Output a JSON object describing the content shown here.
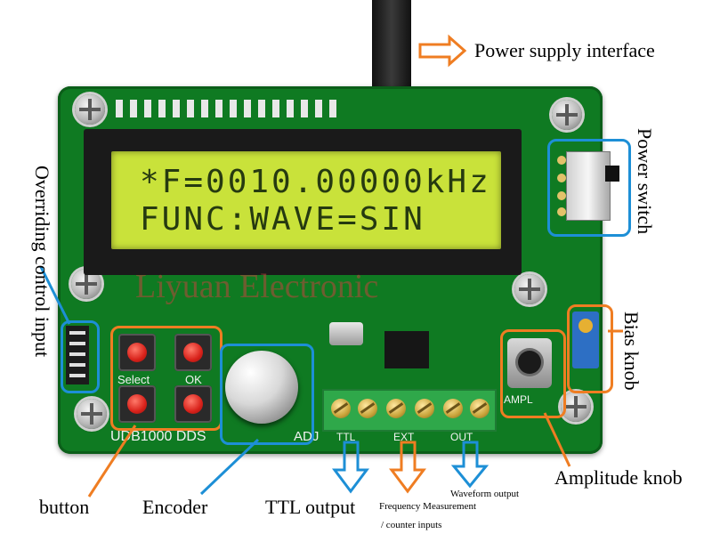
{
  "image": {
    "description_labels": {
      "power_supply_interface": "Power supply interface",
      "power_switch": "Power switch",
      "overriding_control_input": "Overriding control input",
      "bias_knob": "Bias knob",
      "amplitude_knob": "Amplitude knob",
      "button": "button",
      "encoder": "Encoder",
      "ttl_output": "TTL output",
      "frequency_measurement_line1": "Frequency Measurement",
      "frequency_measurement_line2": "/ counter inputs",
      "waveform_output": "Waveform output"
    },
    "lcd": {
      "line1": "*F=0010.00000kHz",
      "line2": "FUNC:WAVE=SIN"
    },
    "silkscreen": {
      "select": "Select",
      "ok": "OK",
      "model": "UDB1000 DDS",
      "adj": "ADJ",
      "ttl": "TTL",
      "ext": "EXT",
      "out": "OUT",
      "ampl": "AMPL",
      "watermark": "Liyuan Electronic"
    },
    "colors": {
      "blue_highlight": "#1d8fd6",
      "orange_highlight": "#ef7d22",
      "board_green": "#0f7a22",
      "lcd_green": "#c9e23a"
    }
  }
}
